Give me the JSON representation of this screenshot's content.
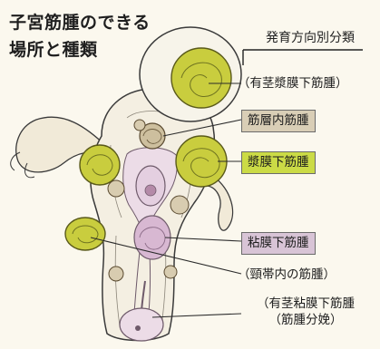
{
  "title": {
    "line1": "子宮筋腫のできる",
    "line2": "場所と種類"
  },
  "classification_caption": "発育方向別分類",
  "labels": {
    "pedunculated_subserosal": "（有茎漿膜下筋腫）",
    "intramural": "筋層内筋腫",
    "subserosal": "漿膜下筋腫",
    "submucosal": "粘膜下筋腫",
    "cervical": "（頸帯内の筋腫）",
    "pedunculated_submucosal_1": "（有茎粘膜下筋腫",
    "pedunculated_submucosal_2": "（筋腫分娩）"
  },
  "colors": {
    "background": "#fbf8ee",
    "fibroid": "#c9cd3e",
    "intramural_box": "#d9ceb6",
    "subserosal_box": "#cbdb46",
    "submucosal_box": "#d8c4d6",
    "tissue": "#f4efe2",
    "cavity": "#ecdce7"
  }
}
